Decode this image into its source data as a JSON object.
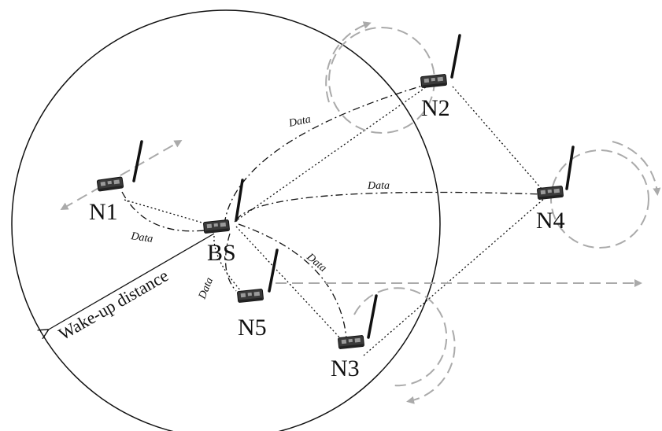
{
  "nodes": {
    "bs": "BS",
    "n1": "N1",
    "n2": "N2",
    "n3": "N3",
    "n4": "N4",
    "n5": "N5"
  },
  "data_labels": [
    "Data",
    "Data",
    "Data",
    "Data",
    "Data"
  ],
  "wake_up_label": "Wake-up distance",
  "colors": {
    "line": "#111111",
    "motion_arrow": "#aaaaaa",
    "mote": "#3a3a3a"
  },
  "icons": [
    "sensor-mote-icon",
    "antenna-icon",
    "motion-arrow-icon"
  ]
}
